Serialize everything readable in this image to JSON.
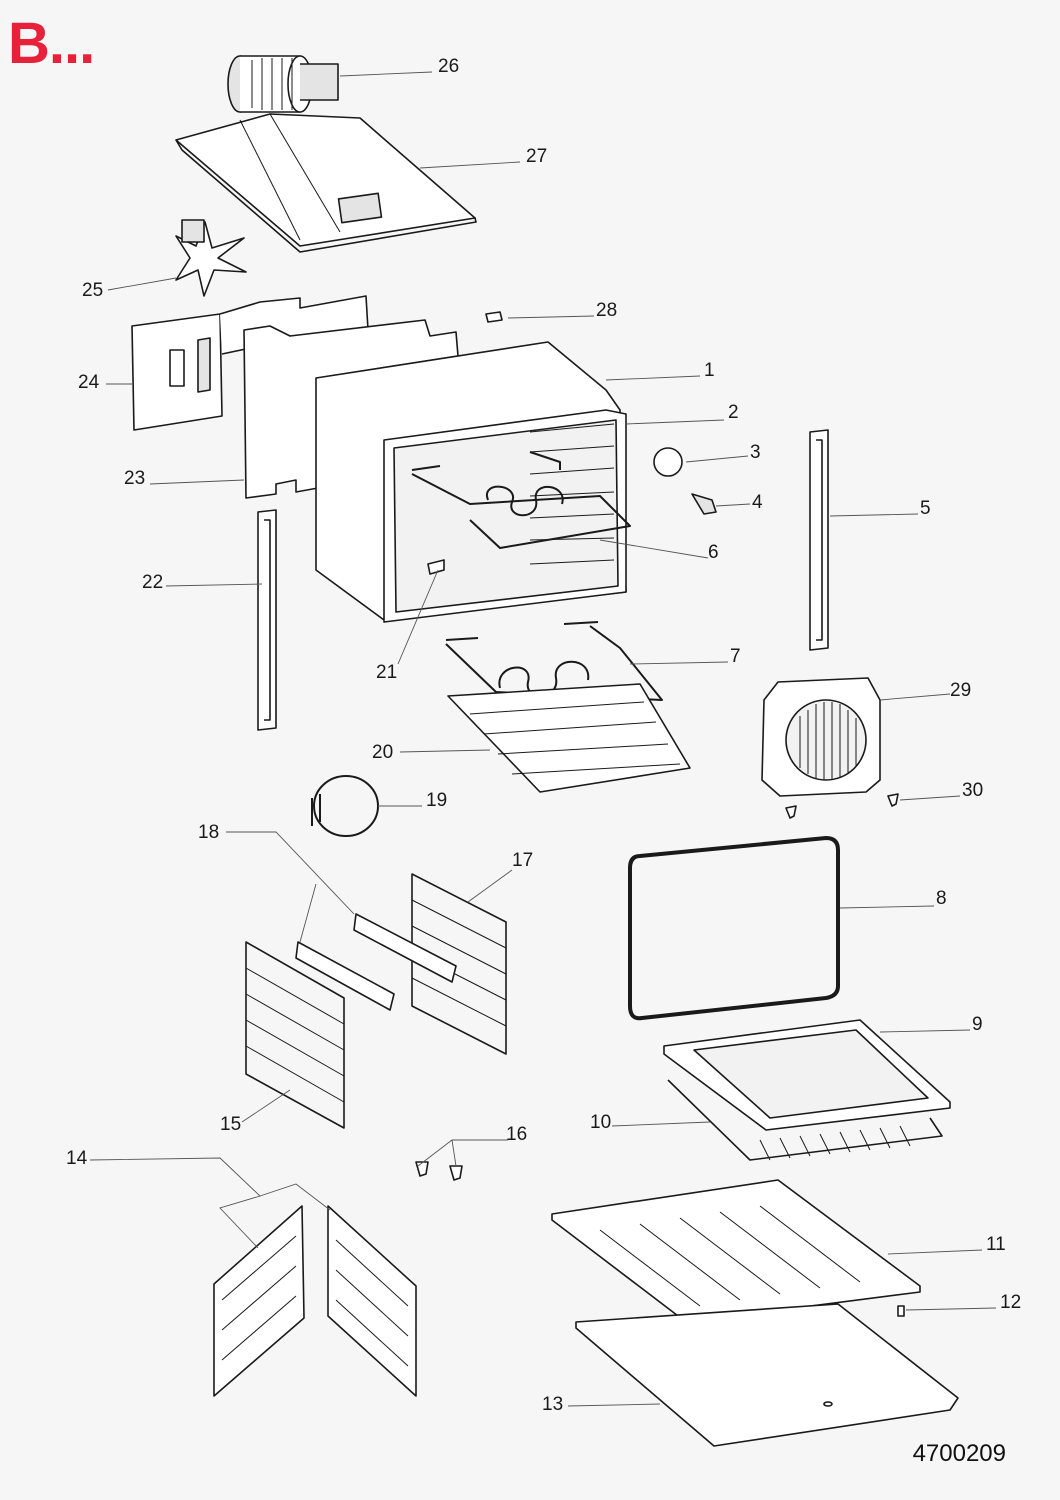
{
  "header": {
    "section_mark": "B...",
    "section_mark_color": "#e8213b"
  },
  "drawing_number": "4700209",
  "callouts": [
    {
      "id": "1",
      "part": "oven-cavity"
    },
    {
      "id": "2",
      "part": "cavity-front-frame"
    },
    {
      "id": "3",
      "part": "oven-lamp"
    },
    {
      "id": "4",
      "part": "lamp-holder"
    },
    {
      "id": "5",
      "part": "right-side-bracket"
    },
    {
      "id": "6",
      "part": "upper-grill-element"
    },
    {
      "id": "7",
      "part": "lower-heating-element"
    },
    {
      "id": "8",
      "part": "door-seal-gasket"
    },
    {
      "id": "9",
      "part": "baking-tray"
    },
    {
      "id": "10",
      "part": "wire-rack"
    },
    {
      "id": "11",
      "part": "base-panel"
    },
    {
      "id": "12",
      "part": "screw"
    },
    {
      "id": "13",
      "part": "bottom-cover"
    },
    {
      "id": "14",
      "part": "side-liners"
    },
    {
      "id": "15",
      "part": "left-shelf-runner"
    },
    {
      "id": "16",
      "part": "fixing-pins"
    },
    {
      "id": "17",
      "part": "right-shelf-runner"
    },
    {
      "id": "18",
      "part": "telescopic-guides"
    },
    {
      "id": "19",
      "part": "circular-element"
    },
    {
      "id": "20",
      "part": "bottom-plate"
    },
    {
      "id": "21",
      "part": "thermostat-sensor"
    },
    {
      "id": "22",
      "part": "left-side-bracket"
    },
    {
      "id": "23",
      "part": "rear-insulation"
    },
    {
      "id": "24",
      "part": "rear-fan-housing"
    },
    {
      "id": "25",
      "part": "fan-motor"
    },
    {
      "id": "26",
      "part": "cooling-fan"
    },
    {
      "id": "27",
      "part": "top-cover"
    },
    {
      "id": "28",
      "part": "clip"
    },
    {
      "id": "29",
      "part": "fan-cover"
    },
    {
      "id": "30",
      "part": "cover-screws"
    }
  ],
  "colors": {
    "line": "#1a1a1a",
    "label": "#1a1a1a",
    "part_fill": "#ffffff",
    "shade": "#e4e4e4"
  }
}
